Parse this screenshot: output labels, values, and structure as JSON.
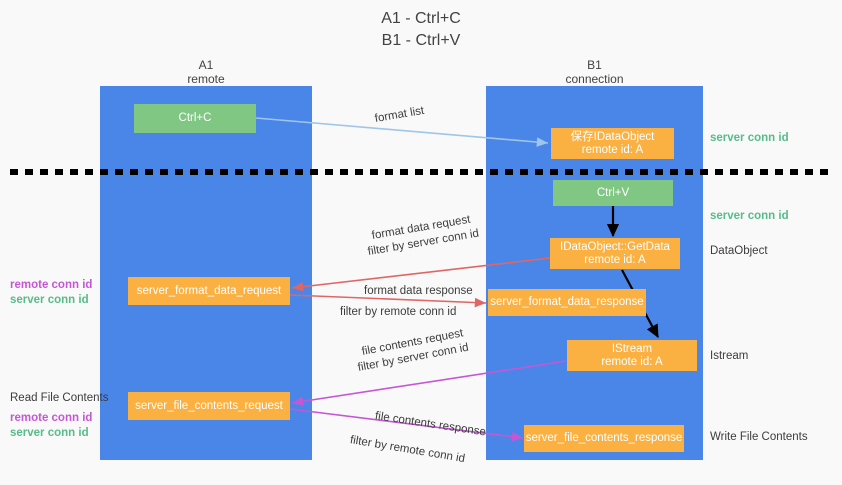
{
  "title": {
    "line1": "A1 - Ctrl+C",
    "line2": "B1 - Ctrl+V"
  },
  "colors": {
    "lane": "#4a86e8",
    "green_box": "#81c784",
    "orange_box": "#fbb042",
    "background": "#f9f9f9",
    "server_conn_id_text": "#57bb8a",
    "remote_conn_id_text": "#c457d4",
    "format_list_arrow": "#9fc5e8",
    "format_data_arrow": "#e06666",
    "file_contents_arrow": "#c457d4",
    "internal_arrow": "#000000",
    "divider": "#000000"
  },
  "columns": [
    {
      "name": "A1",
      "sub": "remote"
    },
    {
      "name": "B1",
      "sub": "connection"
    }
  ],
  "boxes": {
    "ctrl_c": "Ctrl+C",
    "ctrl_v": "Ctrl+V",
    "save_idataobject": "保存IDataObject\nremote id: A",
    "idataobject_getdata": "IDataObject::GetData\nremote id: A",
    "istream": "IStream\nremote id: A",
    "server_format_data_request": "server_format_data_request",
    "server_format_data_response": "server_format_data_response",
    "server_file_contents_request": "server_file_contents_request",
    "server_file_contents_response": "server_file_contents_response"
  },
  "arrow_labels": {
    "format_list": "format list",
    "format_data_request": "format data request",
    "format_data_request_filter_prefix": "filter by ",
    "format_data_request_filter_value": "server conn id",
    "format_data_response": "format data response",
    "format_data_response_filter_prefix": "filter by ",
    "format_data_response_filter_value": "remote conn id",
    "file_contents_request": "file contents request",
    "file_contents_request_filter_prefix": "filter by ",
    "file_contents_request_filter_value": "server conn id",
    "file_contents_response": "file contents response",
    "file_contents_response_filter_prefix": "filter by ",
    "file_contents_response_filter_value": "remote conn id"
  },
  "right_labels": {
    "server_conn_id_top": "server conn id",
    "server_conn_id_second": "server conn id",
    "dataobject": "DataObject",
    "istream": "Istream",
    "write_file_contents": "Write File Contents"
  },
  "left_labels": {
    "format_remote_conn_id": "remote conn id",
    "format_server_conn_id": "server conn id",
    "read_file_contents": "Read File Contents",
    "file_remote_conn_id": "remote conn id",
    "file_server_conn_id": "server conn id"
  }
}
